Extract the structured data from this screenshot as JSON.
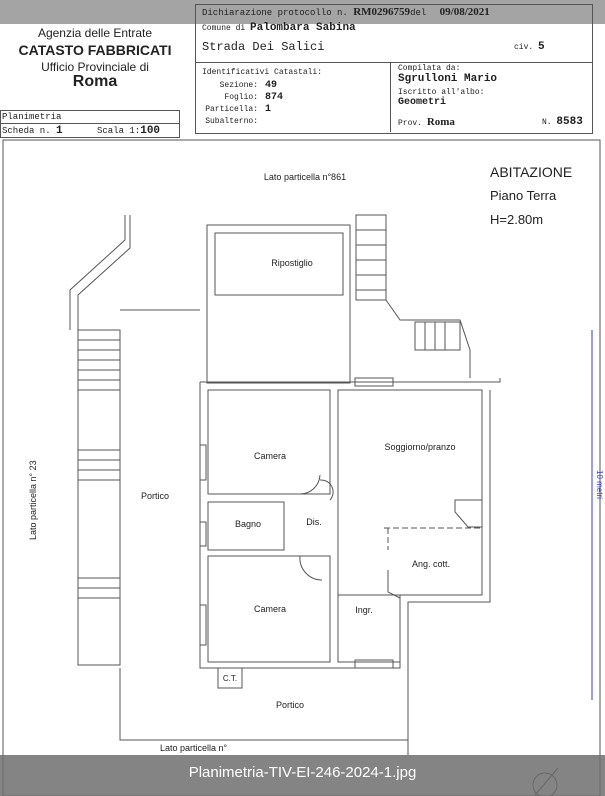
{
  "header": {
    "agency": "Agenzia delle Entrate",
    "catasto": "CATASTO FABBRICATI",
    "office": "Ufficio Provinciale di",
    "city": "Roma",
    "dichiarazione_label": "Dichiarazione protocollo n.",
    "protocollo": "RM0296759",
    "del_label": "del",
    "date": "09/08/2021",
    "comune_label": "Comune di",
    "comune": "Palombara Sabina",
    "address": "Strada Dei Salici",
    "civ_label": "civ.",
    "civ": "5",
    "ident_label": "Identificativi Catastali:",
    "sezione_label": "Sezione:",
    "sezione": "",
    "foglio_label": "Foglio:",
    "foglio": "49",
    "particella_label": "Particella:",
    "particella": "874",
    "subalterno_label": "Subalterno:",
    "subalterno": "1",
    "compilata_label": "Compilata da:",
    "compilata": "Sgrulloni Mario",
    "iscritto_label": "Iscritto all'albo:",
    "albo": "Geometri",
    "prov_label": "Prov.",
    "prov": "Roma",
    "n_label": "N.",
    "n": "8583",
    "planimetria_label": "Planimetria",
    "scheda_label": "Scheda n.",
    "scheda": "1",
    "scala_label": "Scala 1:",
    "scala": "100"
  },
  "plan": {
    "lato_top": "Lato particella n°861",
    "lato_left": "Lato particella n° 23",
    "lato_bottom": "Lato particella n°",
    "title": "ABITAZIONE",
    "floor": "Piano Terra",
    "height": "H=2.80m",
    "scale_bar": "10 metri",
    "rooms": {
      "ripostiglio": "Ripostiglio",
      "camera1": "Camera",
      "soggiorno": "Soggiorno/pranzo",
      "bagno": "Bagno",
      "dis": "Dis.",
      "ang_cott": "Ang. cott.",
      "camera2": "Camera",
      "ingr": "Ingr.",
      "portico_left": "Portico",
      "portico_bottom": "Portico",
      "ct": "C.T."
    }
  },
  "viewer": {
    "filename": "Planimetria-TIV-EI-246-2024-1.jpg"
  },
  "colors": {
    "scale_bar": "#3a3ad0",
    "overlay": "#6e6e6e"
  }
}
